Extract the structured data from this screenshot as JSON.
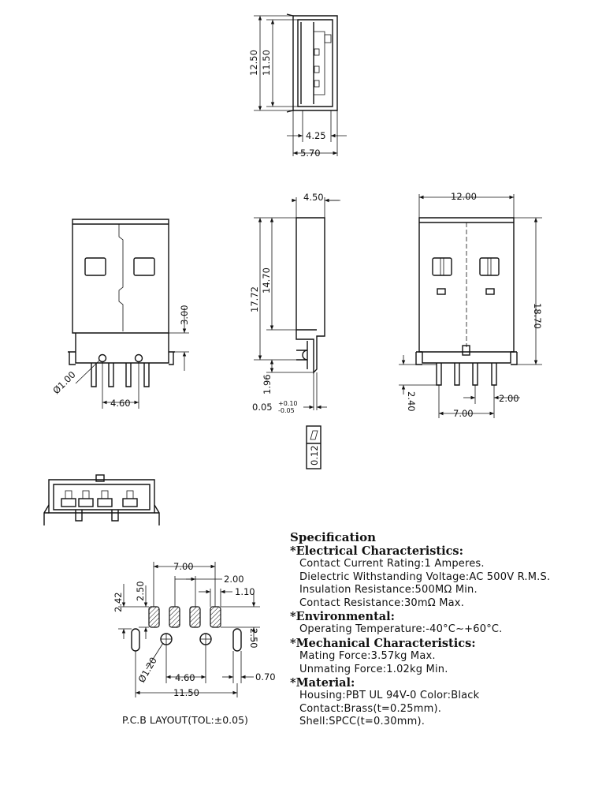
{
  "dimensions": {
    "top_h_outer": "12.50",
    "top_h_inner": "11.50",
    "top_w_inner": "4.25",
    "top_w_outer": "5.70",
    "front_pin_hole": "Ø1.00",
    "front_pin_span": "4.60",
    "front_step": "3.00",
    "side_width": "4.50",
    "side_body": "14.70",
    "side_total": "17.72",
    "side_tail": "1.96",
    "side_offset_base": "0.05",
    "side_offset_tol_plus": "+0.10",
    "side_offset_tol_minus": "-0.05",
    "flatness": "0.12",
    "rear_width": "12.00",
    "rear_height": "18.70",
    "rear_pin_len": "2.40",
    "rear_pitch": "2.00",
    "rear_span": "7.00",
    "pcb_span": "7.00",
    "pcb_pitch": "2.00",
    "pcb_pad_w": "1.10",
    "pcb_pad_len_left": "2.50",
    "pcb_pad_len_right": "2.50",
    "pcb_row_offset": "2.42",
    "pcb_hole": "Ø1.20",
    "pcb_hole_span": "4.60",
    "pcb_slot_w": "0.70",
    "pcb_total": "11.50"
  },
  "pcb_caption": "P.C.B  LAYOUT(TOL:±0.05)",
  "spec": {
    "title": "Specification",
    "sections": [
      {
        "heading": "*Electrical  Characteristics:",
        "lines": [
          "Contact  Current  Rating:1  Amperes.",
          "Dielectric  Withstanding  Voltage:AC  500V  R.M.S.",
          "Insulation  Resistance:500MΩ  Min.",
          "Contact  Resistance:30mΩ  Max."
        ]
      },
      {
        "heading": "*Environmental:",
        "lines": [
          "Operating  Temperature:-40°C∼+60°C."
        ]
      },
      {
        "heading": "*Mechanical  Characteristics:",
        "lines": [
          "Mating  Force:3.57kg  Max.",
          "Unmating  Force:1.02kg  Min."
        ]
      },
      {
        "heading": "*Material:",
        "lines": [
          "Housing:PBT  UL  94V-0  Color:Black",
          "Contact:Brass(t=0.25mm).",
          "Shell:SPCC(t=0.30mm)."
        ]
      }
    ]
  }
}
